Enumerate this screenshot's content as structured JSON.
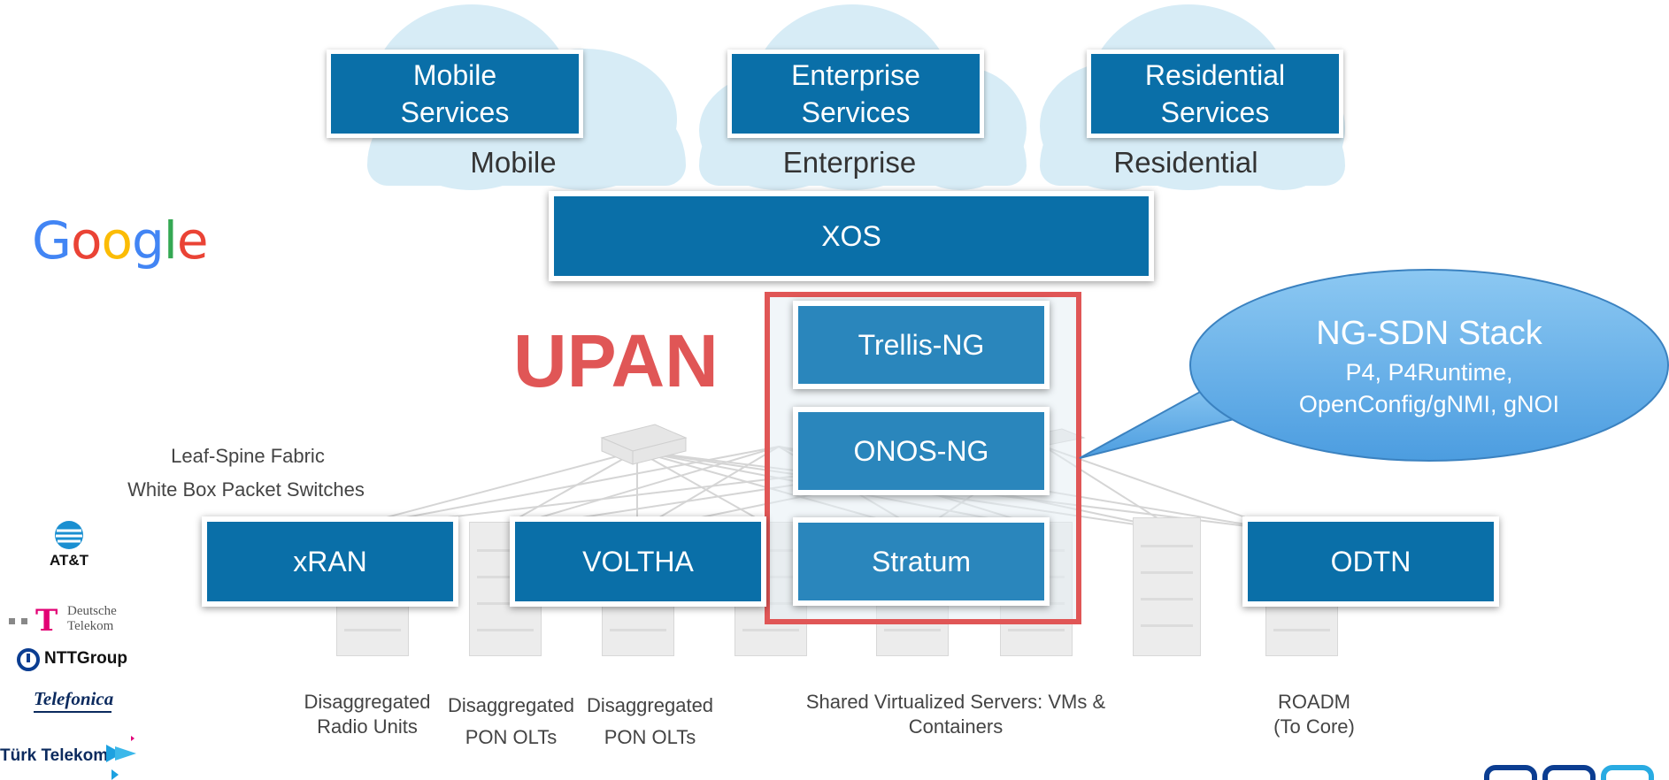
{
  "services": [
    {
      "box_label": "Mobile\nServices",
      "cloud_label": "Mobile"
    },
    {
      "box_label": "Enterprise\nServices",
      "cloud_label": "Enterprise"
    },
    {
      "box_label": "Residential\nServices",
      "cloud_label": "Residential"
    }
  ],
  "xos": "XOS",
  "upan": "UPAN",
  "stack": [
    "Trellis-NG",
    "ONOS-NG",
    "Stratum"
  ],
  "callout": {
    "title": "NG-SDN Stack",
    "line1": "P4, P4Runtime,",
    "line2": "OpenConfig/gNMI, gNOI"
  },
  "fabric": {
    "line1": "Leaf-Spine Fabric",
    "line2": "White Box Packet Switches"
  },
  "access": [
    "xRAN",
    "VOLTHA",
    "ODTN"
  ],
  "captions": {
    "radio": "Disaggregated\nRadio Units",
    "pon1": "Disaggregated\nPON OLTs",
    "pon2": "Disaggregated\nPON OLTs",
    "servers": "Shared Virtualized Servers: VMs & Containers",
    "roadm": "ROADM\n(To Core)"
  },
  "logos": {
    "google": "Google",
    "att": "AT&T",
    "dt_line1": "Deutsche",
    "dt_line2": "Telekom",
    "ntt": "NTTGroup",
    "telefonica": "Telefonica",
    "turk": "Türk Telekom"
  },
  "colors": {
    "primary": "#0a6fa8",
    "stack": "#2a86bc",
    "upan": "#e05656",
    "cloud": "#d7ecf6",
    "callout": "#5aa9e6"
  }
}
